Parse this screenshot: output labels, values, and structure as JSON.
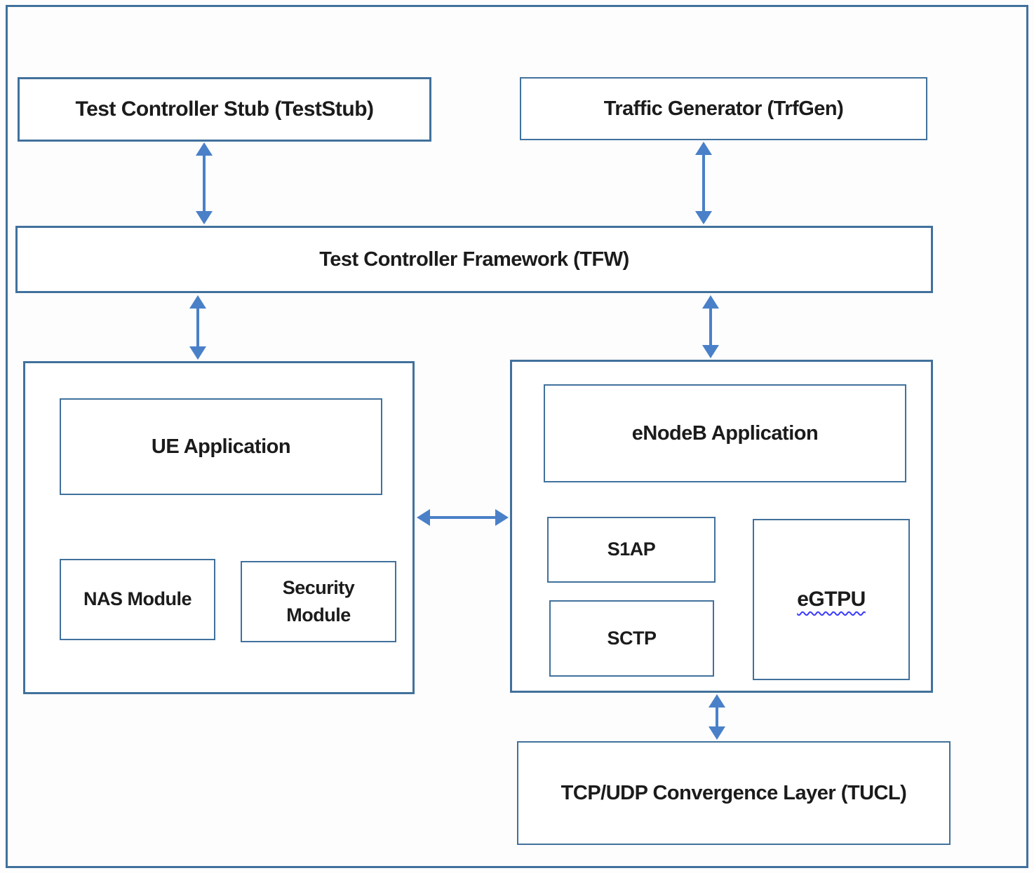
{
  "colors": {
    "box_border": "#41719C",
    "arrow": "#4A80C8",
    "label_text": "#1b1b1b",
    "wavy_underline": "#3b3bff",
    "background": "#fdfdfd"
  },
  "diagram": {
    "type": "block-architecture",
    "nodes": {
      "test_stub": {
        "label": "Test Controller Stub (TestStub)"
      },
      "trf_gen": {
        "label": "Traffic Generator (TrfGen)"
      },
      "tfw": {
        "label": "Test Controller Framework (TFW)"
      },
      "ue_app": {
        "label": "UE Application"
      },
      "nas_module": {
        "label": "NAS Module"
      },
      "security_module": {
        "label": "Security Module"
      },
      "enodeb_app": {
        "label": "eNodeB Application"
      },
      "s1ap": {
        "label": "S1AP"
      },
      "sctp": {
        "label": "SCTP"
      },
      "egtpu": {
        "label": "eGTPU"
      },
      "tucl": {
        "label": "TCP/UDP Convergence Layer (TUCL)"
      }
    },
    "connections": [
      {
        "from": "test_stub",
        "to": "tfw",
        "style": "double-arrow-vertical"
      },
      {
        "from": "trf_gen",
        "to": "tfw",
        "style": "double-arrow-vertical"
      },
      {
        "from": "tfw",
        "to": "ue_container",
        "style": "double-arrow-vertical"
      },
      {
        "from": "tfw",
        "to": "enodeb_container",
        "style": "double-arrow-vertical"
      },
      {
        "from": "ue_container",
        "to": "enodeb_container",
        "style": "double-arrow-horizontal"
      },
      {
        "from": "enodeb_container",
        "to": "tucl",
        "style": "double-arrow-vertical"
      }
    ]
  }
}
